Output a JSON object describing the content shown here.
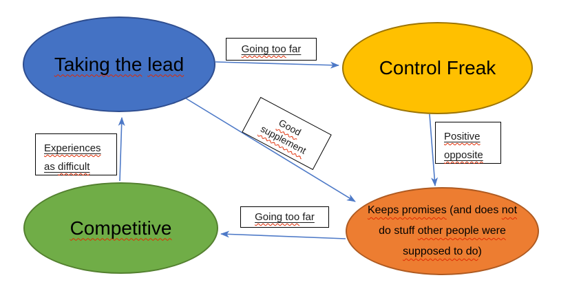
{
  "diagram": {
    "background_color": "#ffffff",
    "arrow_color": "#4d79c7",
    "squiggle_color": "#e02800",
    "box_border_color": "#000000",
    "nodes": [
      {
        "id": "taking-the-lead",
        "fill": "#4472c4",
        "border": "#2e4d8f",
        "text_seg1": "Taking the",
        "text_seg2": " ",
        "text_seg3": "lead"
      },
      {
        "id": "control-freak",
        "fill": "#ffc000",
        "border": "#9c7400",
        "text": "Control Freak"
      },
      {
        "id": "competitive",
        "fill": "#70ad47",
        "border": "#53802f",
        "text": "Competitive"
      },
      {
        "id": "keeps-promises",
        "fill": "#ed7d31",
        "border": "#ae5a21",
        "line1_seg1": "Keeps promises",
        "line1_seg2": " (and does ",
        "line1_seg3": "not",
        "line2_seg1": "do stuff ",
        "line2_seg2": "other people were",
        "line3_seg1": "supposed to do",
        "line3_seg2": ")"
      }
    ],
    "labels": {
      "top_going_seg1": "Going too",
      "top_going_seg2": " far",
      "good_supplement_line1": "Good",
      "good_supplement_line2": "supplement",
      "positive_line1": "Positive",
      "positive_line2": "opposite",
      "experiences_line1": "Experiences",
      "experiences_line2_seg1": "as ",
      "experiences_line2_seg2": "difficult",
      "bottom_going_seg1": "Going too",
      "bottom_going_seg2": " far"
    }
  }
}
